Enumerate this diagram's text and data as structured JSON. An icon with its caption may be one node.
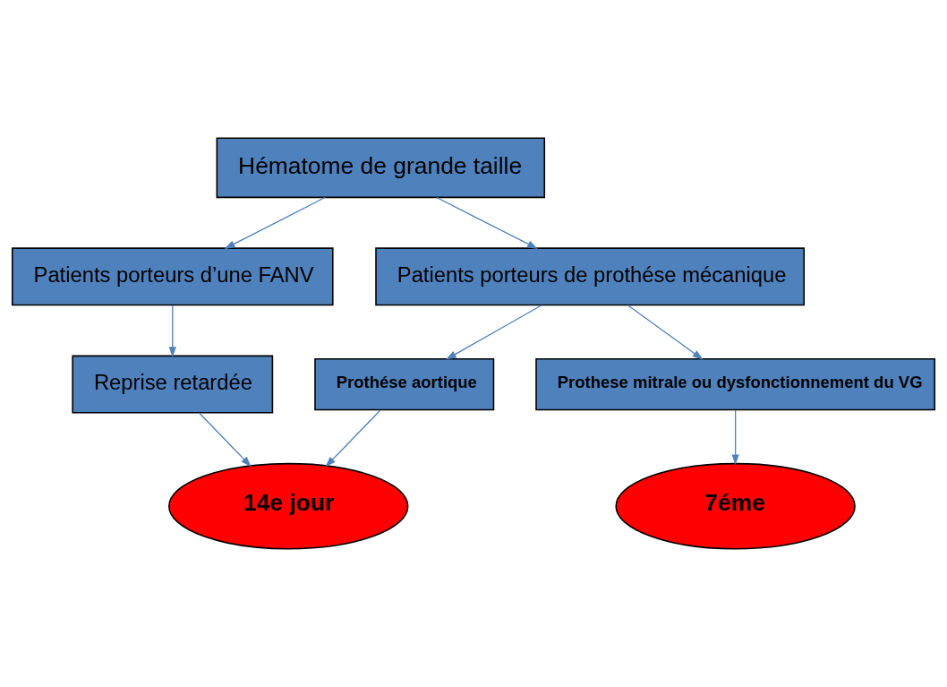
{
  "diagram": {
    "nodes": [
      {
        "text": [
          "Hématome de grande taille"
        ]
      },
      {
        "text": [
          "Patients porteurs d’une FANV"
        ]
      },
      {
        "text": [
          "Patients porteurs de prothése mécanique"
        ]
      },
      {
        "text": [
          "Reprise retardée"
        ]
      },
      {
        "text": [
          "Prothése aortique"
        ]
      },
      {
        "text": [
          "Prothese mitrale ou dysfonctionnement du VG"
        ]
      },
      {
        "text": [
          "14e jour"
        ]
      },
      {
        "text": [
          "7éme"
        ]
      }
    ],
    "edges": [
      {
        "from": 0,
        "to": 1,
        "arrow": "to"
      },
      {
        "from": 0,
        "to": 2,
        "arrow": "to"
      },
      {
        "from": 1,
        "to": 3,
        "arrow": "to"
      },
      {
        "from": 2,
        "to": 4,
        "arrow": "to"
      },
      {
        "from": 2,
        "to": 5,
        "arrow": "to"
      },
      {
        "from": 3,
        "to": 6,
        "arrow": "to"
      },
      {
        "from": 4,
        "to": 6,
        "arrow": "to"
      },
      {
        "from": 5,
        "to": 7,
        "arrow": "to"
      }
    ]
  }
}
